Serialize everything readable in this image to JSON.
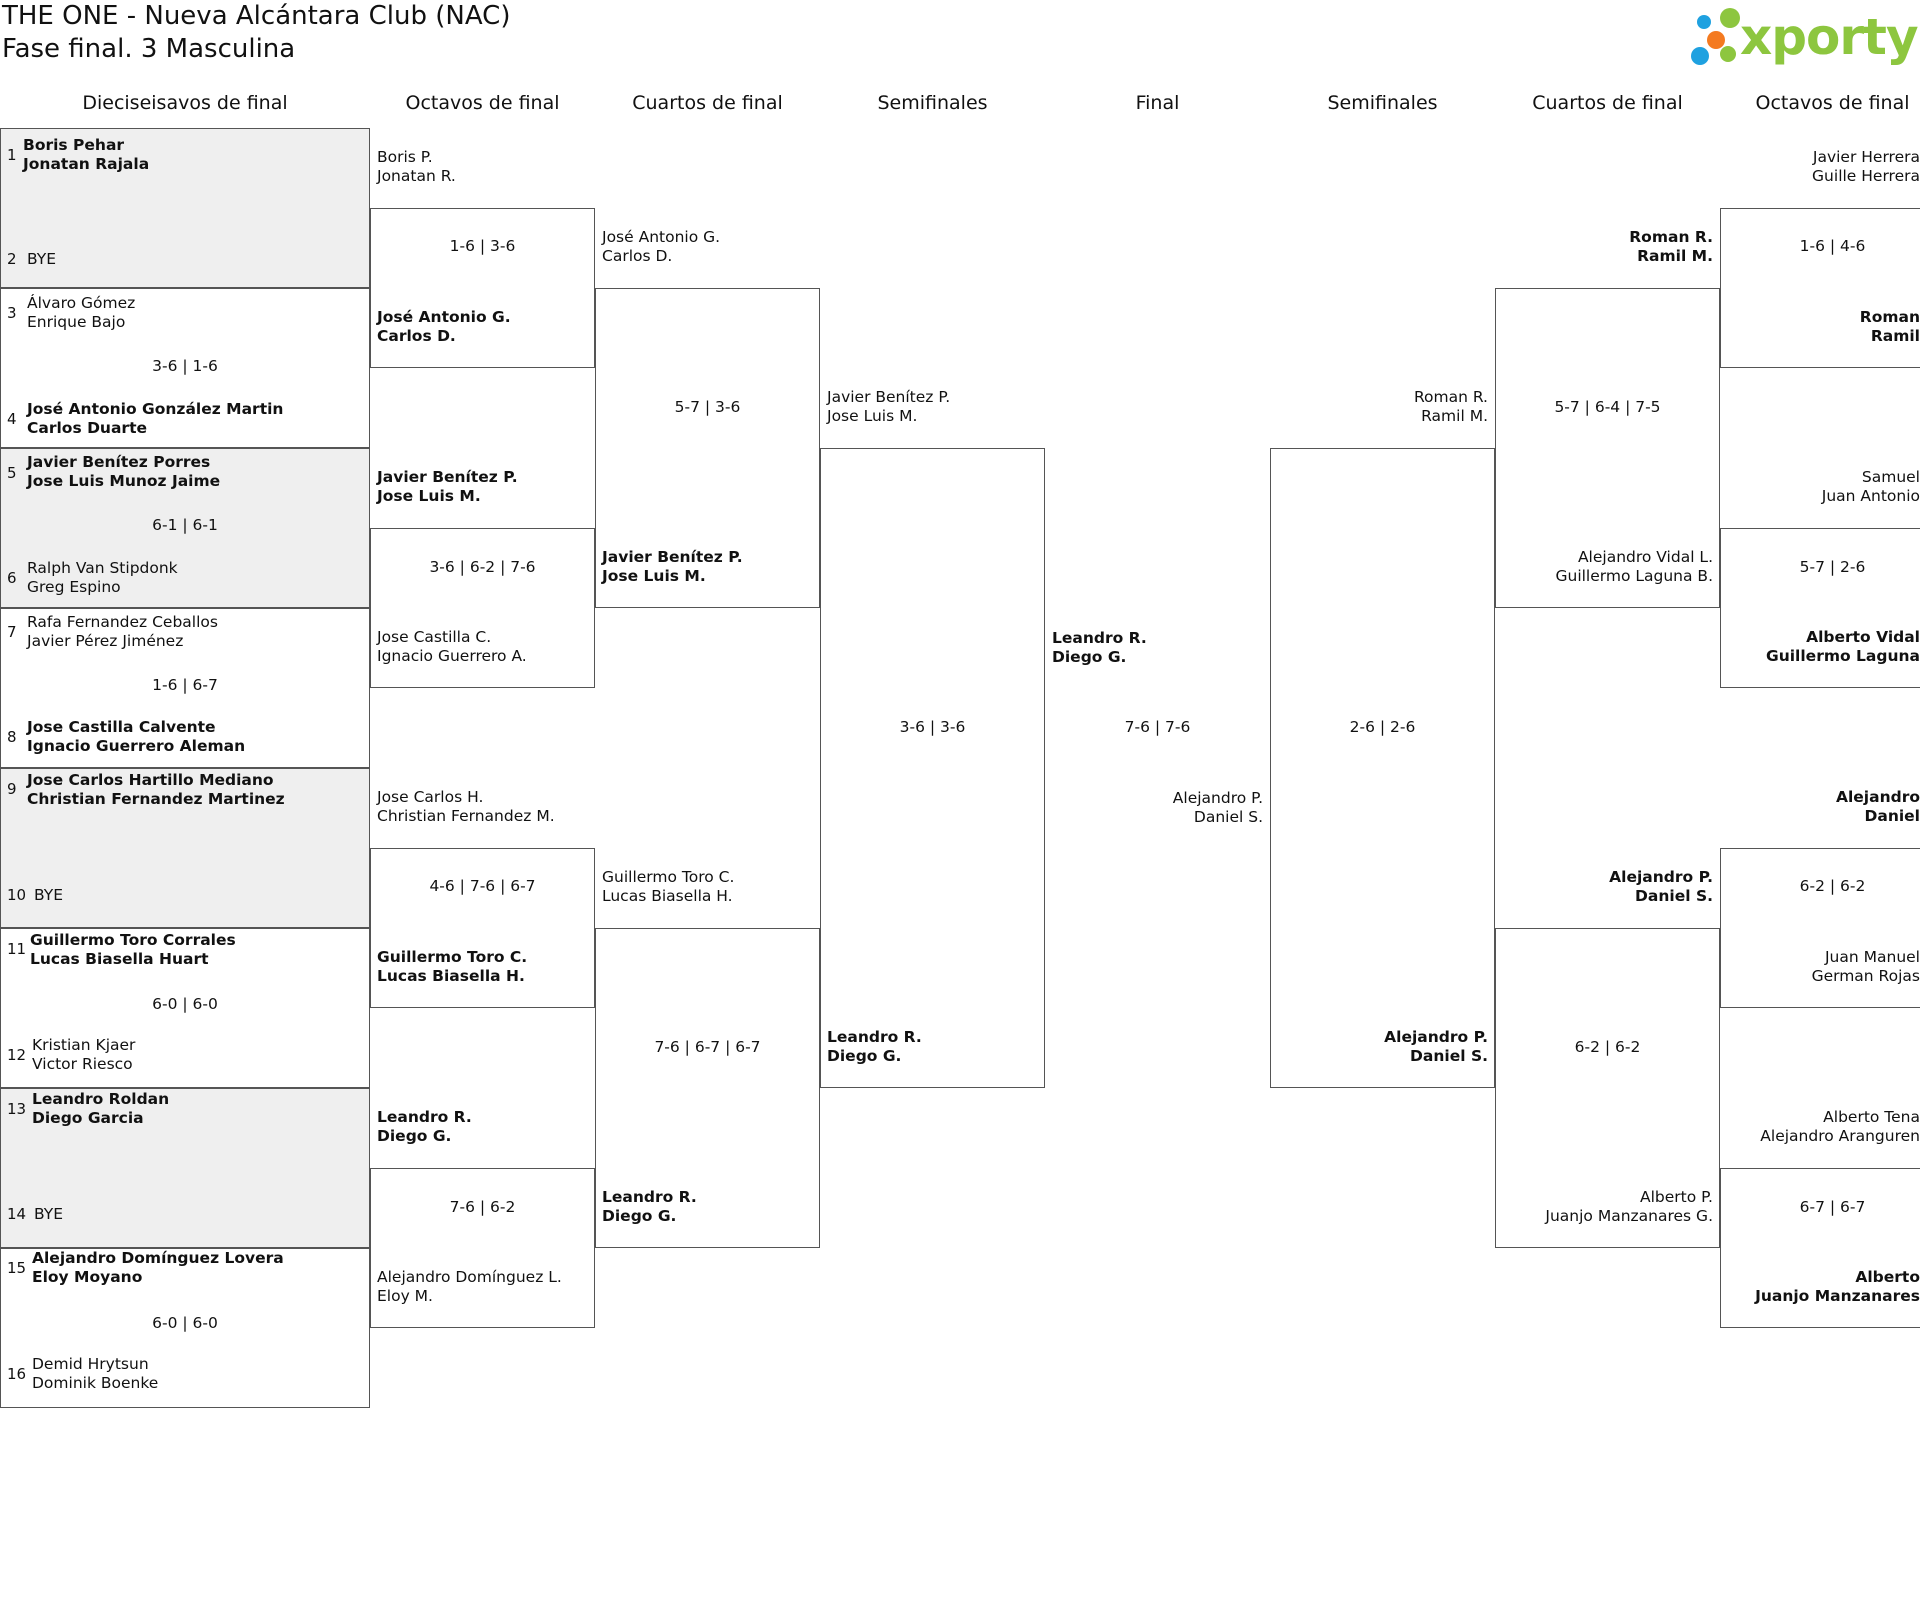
{
  "title": "THE ONE - Nueva Alcántara Club (NAC)",
  "subtitle": "Fase final. 3 Masculina",
  "logo_text": "xporty",
  "colors": {
    "logo_green": "#8dc63f",
    "dot_orange": "#f47a20",
    "dot_blue": "#1fa1e0",
    "dot_green": "#8dc63f"
  },
  "headers": [
    "Dieciseisavos de final",
    "Octavos de final",
    "Cuartos de final",
    "Semifinales",
    "Final",
    "Semifinales",
    "Cuartos de final",
    "Octavos de final"
  ],
  "r1": {
    "seeds": [
      "1",
      "2",
      "3",
      "4",
      "5",
      "6",
      "7",
      "8",
      "9",
      "10",
      "11",
      "12",
      "13",
      "14",
      "15",
      "16"
    ],
    "players": [
      "Boris Pehar",
      "Jonatan Rajala",
      "BYE",
      "Álvaro Gómez",
      "Enrique Bajo",
      "José Antonio González Martin",
      "Carlos Duarte",
      "Javier Benítez Porres",
      "Jose Luis Munoz Jaime",
      "Ralph Van Stipdonk",
      "Greg Espino",
      "Rafa Fernandez Ceballos",
      "Javier Pérez Jiménez",
      "Jose Castilla Calvente",
      "Ignacio Guerrero Aleman",
      "Jose Carlos Hartillo Mediano",
      "Christian Fernandez Martinez",
      "BYE",
      "Guillermo Toro Corrales",
      "Lucas Biasella Huart",
      "Kristian Kjaer",
      "Victor Riesco",
      "Leandro Roldan",
      "Diego Garcia",
      "BYE",
      "Alejandro Domínguez Lovera",
      "Eloy Moyano",
      "Demid Hrytsun",
      "Dominik Boenke"
    ],
    "scores": [
      "3-6 | 1-6",
      "6-1 | 6-1",
      "1-6 | 6-7",
      "6-0 | 6-0",
      "6-0 | 6-0"
    ]
  },
  "r2": {
    "players": [
      "Boris P.",
      "Jonatan R.",
      "José Antonio G.",
      "Carlos D.",
      "Javier Benítez P.",
      "Jose Luis M.",
      "Jose Castilla C.",
      "Ignacio Guerrero A.",
      "Jose Carlos H.",
      "Christian Fernandez M.",
      "Guillermo Toro C.",
      "Lucas Biasella H.",
      "Leandro R.",
      "Diego G.",
      "Alejandro Domínguez L.",
      "Eloy M."
    ],
    "scores": [
      "1-6 | 3-6",
      "3-6 | 6-2 | 7-6",
      "4-6 | 7-6 | 6-7",
      "7-6 | 6-2"
    ]
  },
  "r3": {
    "players": [
      "José Antonio G.",
      "Carlos D.",
      "Javier Benítez P.",
      "Jose Luis M.",
      "Guillermo Toro C.",
      "Lucas Biasella H.",
      "Leandro R.",
      "Diego G."
    ],
    "scores": [
      "5-7 | 3-6",
      "7-6 | 6-7 | 6-7"
    ]
  },
  "r4": {
    "players": [
      "Javier Benítez P.",
      "Jose Luis M.",
      "Leandro R.",
      "Diego G."
    ],
    "scores": [
      "3-6 | 3-6"
    ]
  },
  "final": {
    "players": [
      "Leandro R.",
      "Diego G.",
      "Alejandro P.",
      "Daniel S."
    ],
    "score": "7-6 | 7-6"
  },
  "rs": {
    "players": [
      "Roman R.",
      "Ramil M.",
      "Alejandro P.",
      "Daniel S."
    ],
    "scores": [
      "2-6 | 2-6"
    ]
  },
  "rq": {
    "players": [
      "Roman R.",
      "Ramil M.",
      "Alejandro Vidal L.",
      "Guillermo Laguna B.",
      "Alejandro P.",
      "Daniel S.",
      "Alberto P.",
      "Juanjo Manzanares G."
    ],
    "scores": [
      "5-7 | 6-4 | 7-5",
      "6-2 | 6-2"
    ]
  },
  "ro": {
    "players": [
      "Javier Herrera",
      "Guille Herrera",
      "Roman",
      "Ramil",
      "Samuel",
      "Juan Antonio",
      "Alberto Vidal",
      "Guillermo Laguna",
      "Alejandro",
      "Daniel",
      "Juan Manuel",
      "German Rojas",
      "Alberto Tena",
      "Alejandro Aranguren",
      "Alberto",
      "Juanjo Manzanares"
    ],
    "scores": [
      "1-6 | 4-6",
      "5-7 | 2-6",
      "6-2 | 6-2",
      "6-7 | 6-7"
    ]
  }
}
